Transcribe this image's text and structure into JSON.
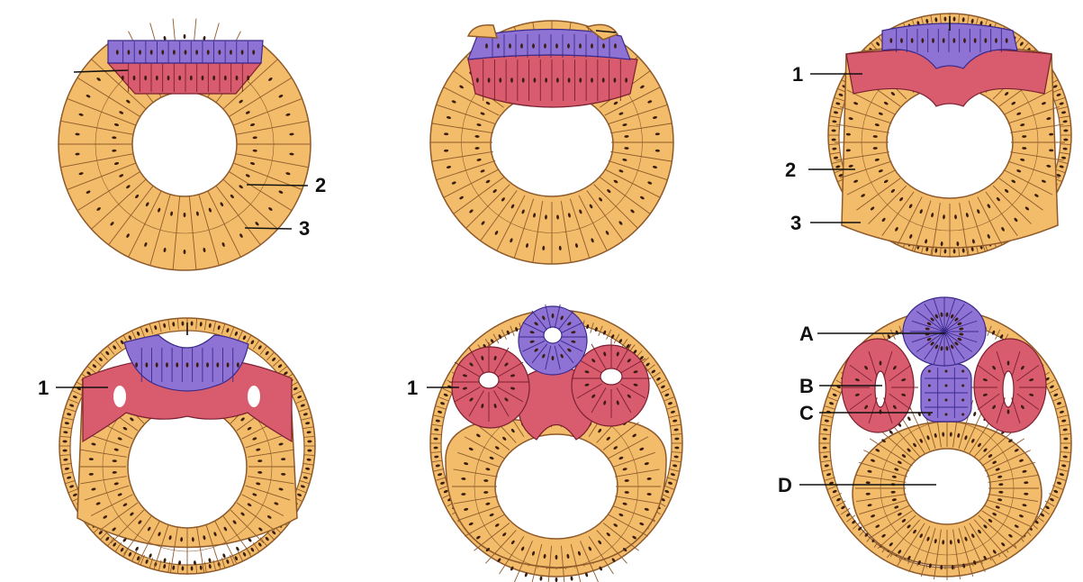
{
  "colors": {
    "ectoderm": "#F2BC6A",
    "cell_line": "#8E5A2B",
    "nucleus": "#3A1F10",
    "neural": "#8E72D4",
    "neural_line": "#3A2A8A",
    "mesoderm": "#D95B6E",
    "mesoderm_line": "#7A2030",
    "leader_line": "#111111",
    "background": "#FFFFFF"
  },
  "panels": [
    {
      "stage": 1,
      "labels": [
        "2",
        "3"
      ]
    },
    {
      "stage": 2,
      "labels": []
    },
    {
      "stage": 3,
      "labels": [
        "1",
        "2",
        "3"
      ]
    },
    {
      "stage": 4,
      "labels": [
        "1"
      ]
    },
    {
      "stage": 5,
      "labels": [
        "1"
      ]
    },
    {
      "stage": 6,
      "labels": [
        "A",
        "B",
        "C",
        "D"
      ]
    }
  ]
}
